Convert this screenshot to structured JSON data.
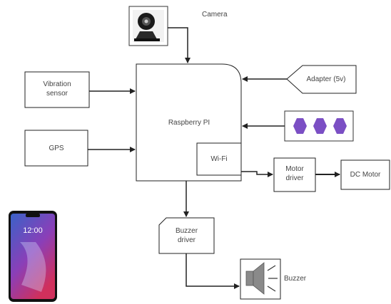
{
  "nodes": {
    "camera": "Camera",
    "vibration_sensor_line1": "Vibration",
    "vibration_sensor_line2": "sensor",
    "gps": "GPS",
    "raspberry_pi": "Raspberry PI",
    "wifi": "Wi-Fi",
    "adapter": "Adapter (5v)",
    "motor_driver_line1": "Motor",
    "motor_driver_line2": "driver",
    "dc_motor": "DC Motor",
    "buzzer_driver_line1": "Buzzer",
    "buzzer_driver_line2": "driver",
    "buzzer": "Buzzer",
    "phone_time": "12:00"
  },
  "colors": {
    "battery": "#7b4fc4",
    "phone_screen_top": "#3a62c8",
    "phone_screen_bottom": "#d0305c",
    "stroke": "#222222"
  },
  "icons": [
    "webcam-icon",
    "battery-cells-icon",
    "smartphone-icon",
    "speaker-icon"
  ]
}
